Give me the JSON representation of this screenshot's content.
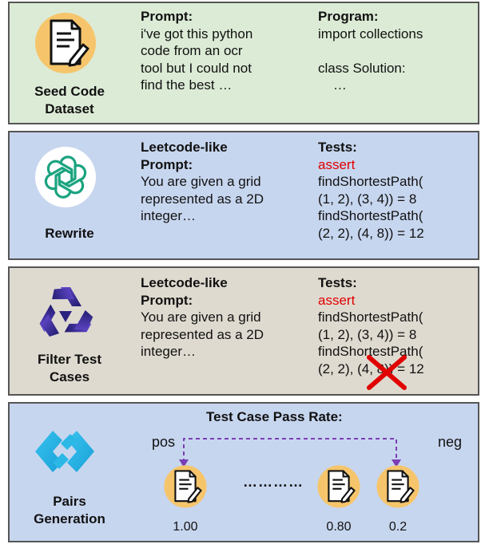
{
  "panels": [
    {
      "label": "Seed Code Dataset",
      "left_heading": "Prompt:",
      "left_lines": [
        "i've got this python",
        "code from an ocr",
        "tool but I could not",
        "find the best …"
      ],
      "right_heading": "Program:",
      "right_lines": [
        "import collections",
        "",
        "class Solution:",
        "    …"
      ],
      "icon": "document-pencil-icon"
    },
    {
      "label": "Rewrite",
      "left_heading": "Leetcode-like Prompt:",
      "left_lines": [
        "You are given a grid",
        "represented as a 2D",
        "integer…"
      ],
      "right_heading": "Tests:",
      "right_assert": "assert",
      "right_lines": [
        "findShortestPath(",
        "(1, 2), (3, 4)) = 8",
        "findShortestPath(",
        "(2, 2), (4, 8)) = 12"
      ],
      "icon": "openai-logo-icon"
    },
    {
      "label": "Filter Test Cases",
      "left_heading": "Leetcode-like Prompt:",
      "left_lines": [
        "You are given a grid",
        "represented as a 2D",
        "integer…"
      ],
      "right_heading": "Tests:",
      "right_assert": "assert",
      "right_lines": [
        "findShortestPath(",
        "(1, 2), (3, 4)) = 8",
        "findShortestPath(",
        "(2, 2), (4, 8)) = 12"
      ],
      "icon": "qwen-logo-icon"
    },
    {
      "label": "Pairs Generation",
      "title": "Test Case Pass Rate:",
      "pos_label": "pos",
      "neg_label": "neg",
      "dots": "…………",
      "rates": [
        "1.00",
        "0.80",
        "0.2"
      ],
      "icon": "pairs-link-icon"
    }
  ],
  "colors": {
    "green_panel": "#dcebd6",
    "blue_panel": "#c7d6ef",
    "tan_panel": "#dfdad0",
    "assert_red": "#e00000",
    "arrow_purple": "#7a3fb5",
    "badge_yellow": "#f6c56b"
  }
}
